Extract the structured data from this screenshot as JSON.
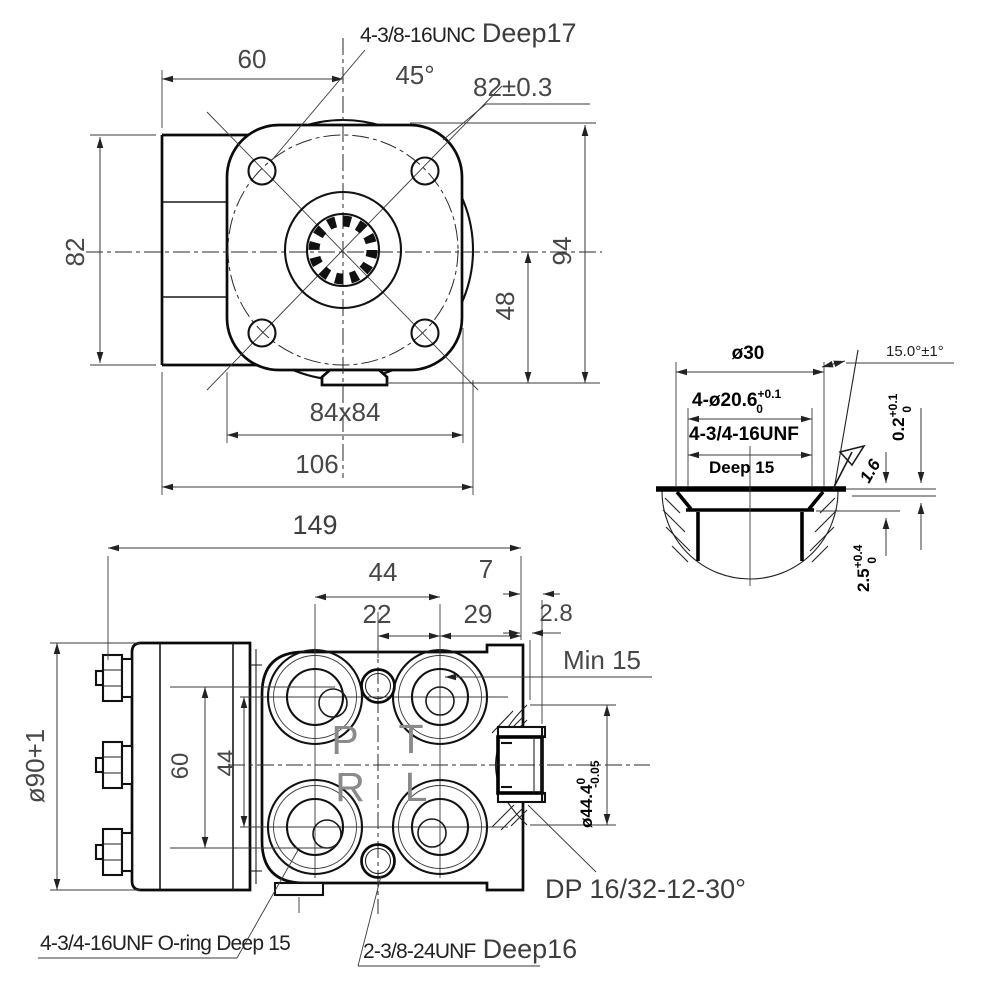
{
  "colors": {
    "line": "#111111",
    "dim_text": "#474747",
    "port_letter": "#8a8a8a",
    "background": "#ffffff"
  },
  "top_view": {
    "bolt_callout_thread": "4-3/8-16UNC",
    "bolt_callout_depth": "Deep17",
    "angle": "45°",
    "bolt_spacing": "82±0.3",
    "width_to_center": "60",
    "flange_height": "82",
    "body_height": "94",
    "center_to_bottom": "48",
    "body_square": "84x84",
    "overall_width": "106"
  },
  "detail_view": {
    "seat_angle": "15.0°±1°",
    "outer_dia": "ø30",
    "counterbore_dia": "4-ø20.6",
    "counterbore_tol_plus": "+0.1",
    "counterbore_tol_minus": "0",
    "thread": "4-3/4-16UNF",
    "thread_depth": "Deep 15",
    "roughness": "1.6",
    "step_height": "0.2",
    "step_tol_plus": "+0.1",
    "step_tol_minus": "0",
    "seat_depth": "2.5",
    "seat_tol_plus": "+0.4",
    "seat_tol_minus": "0"
  },
  "side_view": {
    "overall_length": "149",
    "port_span": "44",
    "stub_length": "7",
    "small_port_offset": "22",
    "port_to_face": "29",
    "groove": "2.8",
    "min_depth": "Min 15",
    "motor_dia": "ø90+1",
    "bolt_span": "60",
    "port_row_span": "44",
    "boss_dia": "ø44.4",
    "boss_tol_plus": "0",
    "boss_tol_minus": "-0.05",
    "port_p": "P",
    "port_t": "T",
    "port_r": "R",
    "port_l": "L",
    "spline_spec": "DP 16/32-12-30°",
    "oring_callout": "4-3/4-16UNF  O-ring Deep 15",
    "small_port_thread": "2-3/8-24UNF",
    "small_port_depth": "Deep16"
  }
}
